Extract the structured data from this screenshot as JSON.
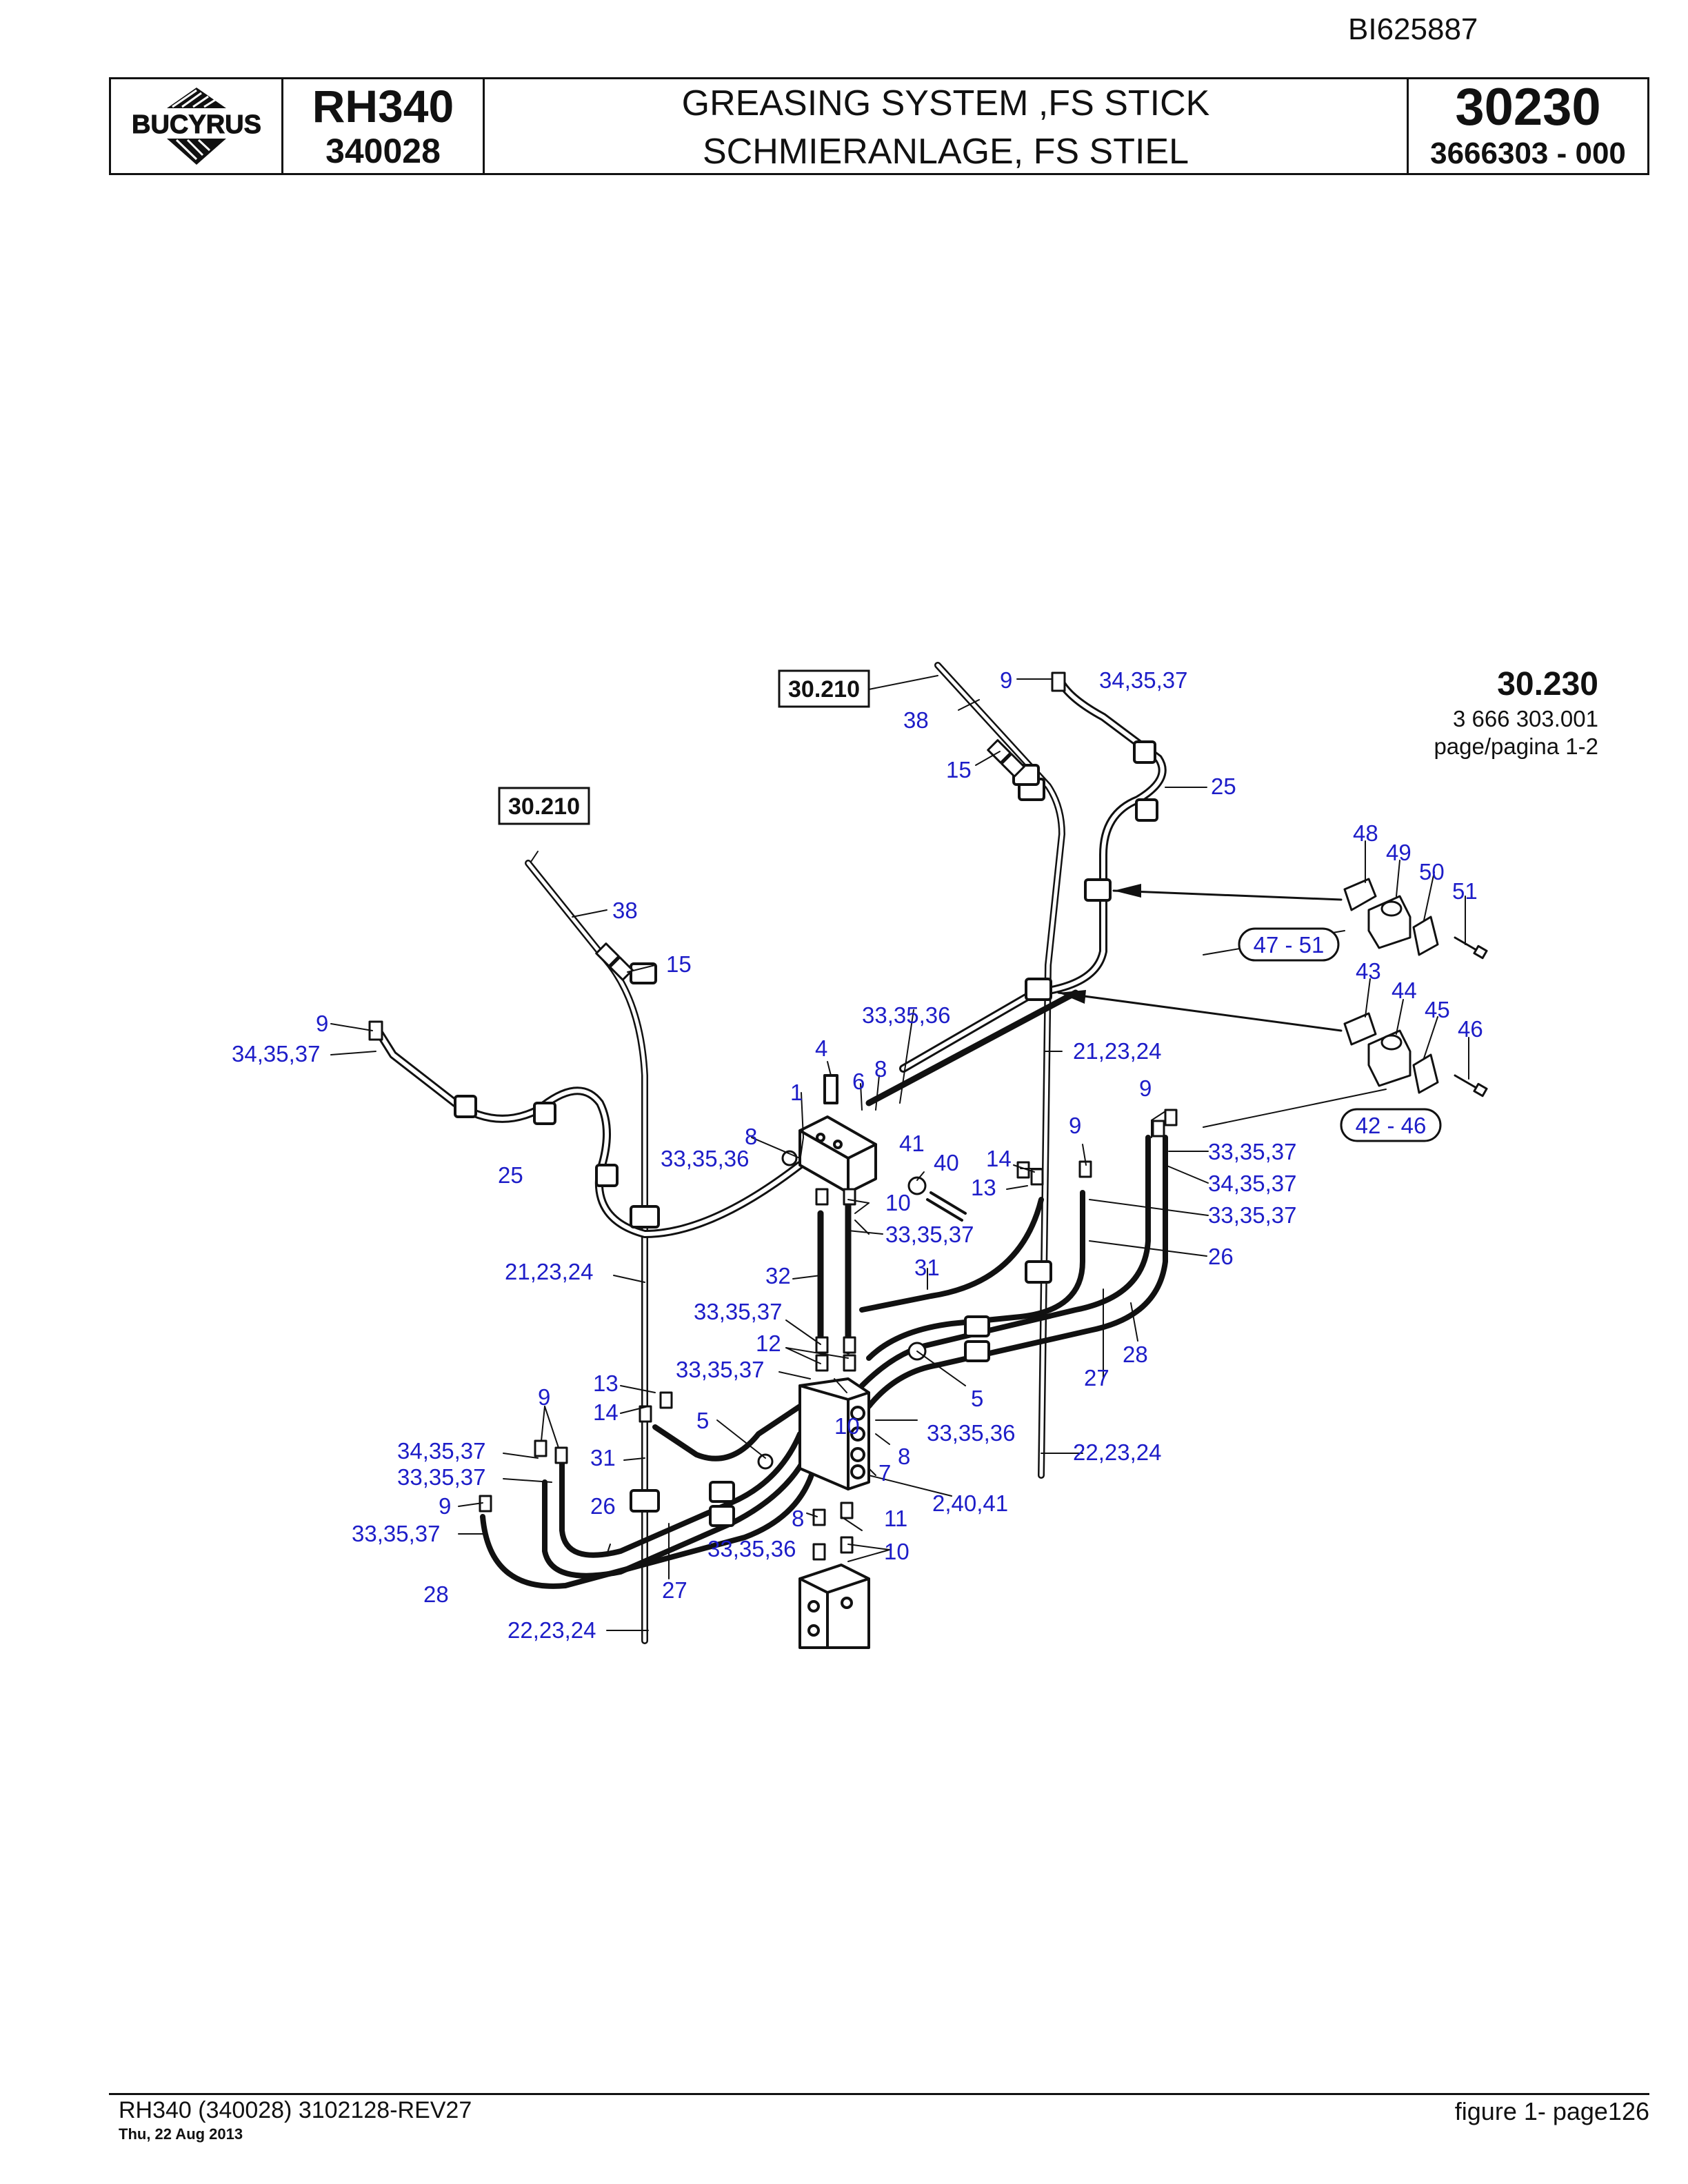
{
  "doc_id": "BI625887",
  "header": {
    "logo_text": "BUCYRUS",
    "model": "RH340",
    "serial": "340028",
    "title_en": "GREASING SYSTEM ,FS STICK",
    "title_de": "SCHMIERANLAGE, FS STIEL",
    "group_number": "30230",
    "part_number": "3666303 - 000"
  },
  "figure_ref": {
    "number": "30.230",
    "part": "3 666 303.001",
    "page": "page/pagina 1-2"
  },
  "refs": {
    "ref_a": "30.210",
    "ref_b": "30.210",
    "range_a": "47 - 51",
    "range_b": "42 - 46"
  },
  "callouts": [
    "9",
    "34,35,37",
    "38",
    "15",
    "25",
    "38",
    "15",
    "48",
    "49",
    "50",
    "51",
    "43",
    "44",
    "45",
    "46",
    "9",
    "34,35,37",
    "25",
    "33,35,36",
    "21,23,24",
    "4",
    "6",
    "8",
    "1",
    "8",
    "33,35,36",
    "41",
    "40",
    "14",
    "13",
    "9",
    "9",
    "33,35,37",
    "34,35,37",
    "33,35,37",
    "26",
    "10",
    "33,35,37",
    "21,23,24",
    "32",
    "31",
    "33,35,37",
    "12",
    "33,35,37",
    "5",
    "10",
    "13",
    "14",
    "9",
    "34,35,37",
    "33,35,37",
    "5",
    "31",
    "33,35,36",
    "8",
    "7",
    "22,23,24",
    "9",
    "33,35,37",
    "26",
    "2,40,41",
    "8",
    "11",
    "33,35,36",
    "10",
    "28",
    "27",
    "22,23,24",
    "27",
    "28"
  ],
  "footer": {
    "left": "RH340 (340028) 3102128-REV27",
    "date": "Thu, 22 Aug 2013",
    "right": "figure  1- page126"
  }
}
